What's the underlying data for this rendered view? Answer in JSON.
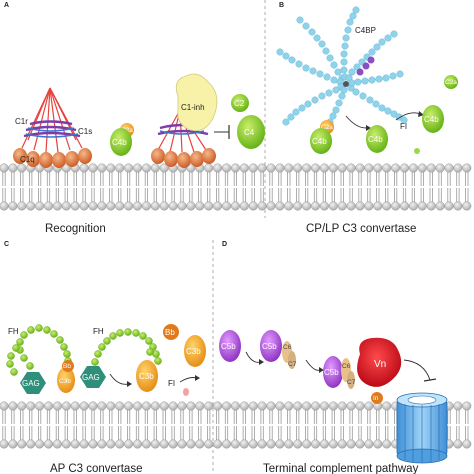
{
  "panels": {
    "a": {
      "letter": "A",
      "caption": "Recognition",
      "labels": {
        "c1r": "C1r",
        "c1s": "C1s",
        "c1q": "C1q",
        "c2a": "C2a",
        "c4b": "C4b",
        "c1inh": "C1-inh",
        "c2": "C2",
        "c4": "C4"
      }
    },
    "b": {
      "letter": "B",
      "caption": "CP/LP C3 convertase",
      "labels": {
        "c4bp": "C4BP",
        "c2a": "C2a",
        "c4b_left": "C4b",
        "c4b_mid": "C4b",
        "fi": "FI",
        "c4b_right": "C4b",
        "c2a_top": "C2a"
      }
    },
    "c": {
      "letter": "C",
      "caption": "AP C3 convertase",
      "labels": {
        "fh1": "FH",
        "fh2": "FH",
        "bb1": "Bb",
        "c3b1": "C3b",
        "gag1": "GAG",
        "gag2": "GAG",
        "c3b2": "C3b",
        "bb2": "Bb",
        "c3b3": "C3b",
        "fi": "FI"
      }
    },
    "d": {
      "letter": "D",
      "caption": "Terminal complement pathway",
      "labels": {
        "c5b1": "C5b",
        "c5b2": "C5b",
        "c6": "C6",
        "c7": "C7",
        "c5b3": "C5b",
        "c6b": "C6",
        "c7b": "C7",
        "vn": "Vn",
        "in": "In"
      }
    }
  },
  "colors": {
    "membrane_head": "#c9c9c9",
    "membrane_tail": "#9a9a9a",
    "green": "#7dc81e",
    "green_light": "#b6e04a",
    "orange": "#f0a81e",
    "orange_dark": "#e07a1a",
    "c1_head": "#dd7a3c",
    "c1_stalk": "#e8423c",
    "c1_triple": "#7d3aa8",
    "c1inh": "#f7f2a8",
    "c4bp_bead": "#8fd3ea",
    "c4bp_purple": "#8a4fc0",
    "gag": "#2f8f7a",
    "purple": "#a548d6",
    "vn_red": "#d9151f",
    "pore_blue": "#6fb8ec",
    "fi_pink": "#f5a1a1"
  }
}
